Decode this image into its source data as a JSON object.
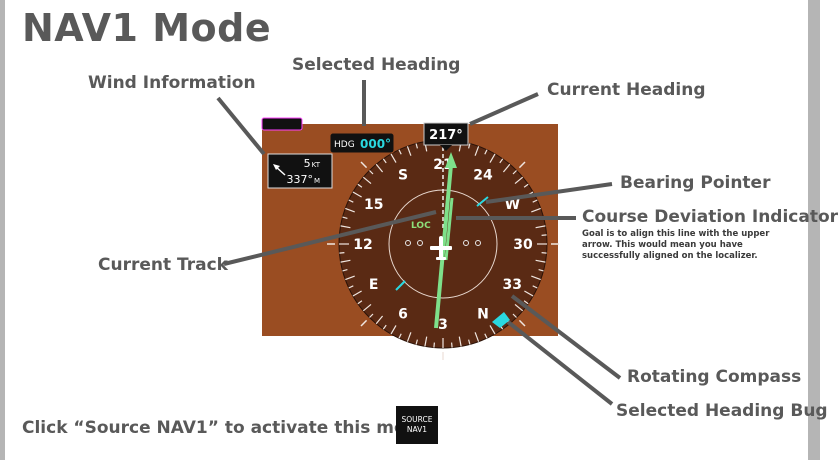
{
  "title": "NAV1 Mode",
  "callouts": {
    "wind": "Wind Information",
    "selected_heading": "Selected Heading",
    "current_heading": "Current Heading",
    "bearing_pointer": "Bearing Pointer",
    "cdi": "Course Deviation Indicator",
    "cdi_note": "Goal is to align this line with the upper arrow. This would mean you have successfully aligned on the localizer.",
    "current_track": "Current Track",
    "rotating_compass": "Rotating Compass",
    "heading_bug": "Selected Heading Bug"
  },
  "display": {
    "heading_readout": "217°",
    "hdg_label": "HDG",
    "hdg_value": "000°",
    "wind_speed": "5",
    "wind_speed_unit": "KT",
    "wind_direction": "337°",
    "wind_direction_unit": "M",
    "loc_label": "LOC",
    "compass_labels": [
      "21",
      "24",
      "W",
      "30",
      "33",
      "N",
      "3",
      "6",
      "E",
      "12",
      "15",
      "S"
    ]
  },
  "colors": {
    "instrument_bg": "#9a4d22",
    "accent_cyan": "#2ad8e0",
    "needle_green": "#7ee08a",
    "loc_green": "#8ee07a"
  },
  "bottom": {
    "instruction": "Click “Source NAV1” to activate this mode.",
    "button_line1": "SOURCE",
    "button_line2": "NAV1"
  }
}
